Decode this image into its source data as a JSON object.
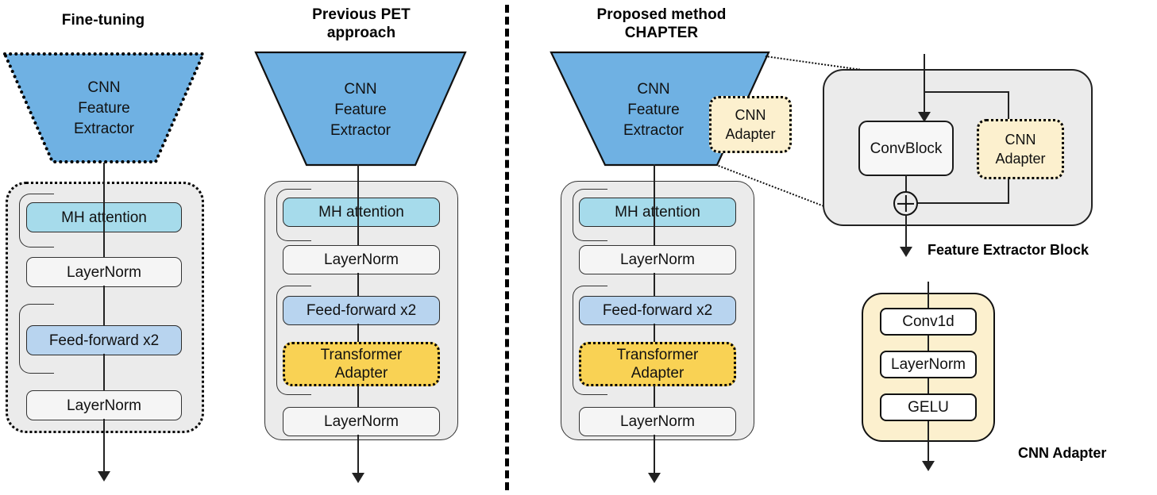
{
  "columns": [
    {
      "title": "Fine-tuning",
      "extractor": {
        "label": "CNN\nFeature\nExtractor",
        "style": "dotted",
        "color": "#6fb1e3"
      },
      "trainable_outline": "dotted",
      "blocks": [
        {
          "label": "MH attention",
          "kind": "attn"
        },
        {
          "label": "LayerNorm",
          "kind": "norm"
        },
        {
          "label": "Feed-forward x2",
          "kind": "ffwd"
        },
        {
          "label": "LayerNorm",
          "kind": "norm"
        }
      ],
      "has_adapter": false,
      "has_cnn_adapter": false
    },
    {
      "title": "Previous PET\napproach",
      "title_line1": "Previous PET",
      "title_line2": "approach",
      "extractor": {
        "label": "CNN\nFeature\nExtractor",
        "style": "solid",
        "color": "#6fb1e3"
      },
      "trainable_outline": "solid",
      "blocks": [
        {
          "label": "MH attention",
          "kind": "attn"
        },
        {
          "label": "LayerNorm",
          "kind": "norm"
        },
        {
          "label": "Feed-forward x2",
          "kind": "ffwd"
        },
        {
          "label": "Transformer\nAdapter",
          "kind": "adapter"
        },
        {
          "label": "LayerNorm",
          "kind": "norm"
        }
      ],
      "has_adapter": true,
      "has_cnn_adapter": false
    },
    {
      "title": "Proposed method\nCHAPTER",
      "title_line1": "Proposed method",
      "title_line2": "CHAPTER",
      "extractor": {
        "label": "CNN\nFeature\nExtractor",
        "style": "solid",
        "color": "#6fb1e3"
      },
      "trainable_outline": "solid",
      "cnn_adapter_label": "CNN\nAdapter",
      "blocks": [
        {
          "label": "MH attention",
          "kind": "attn"
        },
        {
          "label": "LayerNorm",
          "kind": "norm"
        },
        {
          "label": "Feed-forward x2",
          "kind": "ffwd"
        },
        {
          "label": "Transformer\nAdapter",
          "kind": "adapter"
        },
        {
          "label": "LayerNorm",
          "kind": "norm"
        }
      ],
      "has_adapter": true,
      "has_cnn_adapter": true
    }
  ],
  "feature_extractor_block": {
    "caption": "Feature Extractor Block",
    "conv_block_label": "ConvBlock",
    "cnn_adapter_label": "CNN\nAdapter",
    "operator": "plus-circle"
  },
  "cnn_adapter_panel": {
    "caption": "CNN Adapter",
    "layers": [
      "Conv1d",
      "LayerNorm",
      "GELU"
    ]
  },
  "colors": {
    "extractor_blue": "#6fb1e3",
    "attention_cyan": "#a6dbeb",
    "feedforward_blue": "#b8d4ef",
    "transformer_adapter_yellow": "#f9d254",
    "cnn_adapter_cream": "#fcf0ce",
    "container_grey": "#ebebeb",
    "box_grey": "#f5f5f5",
    "line_black": "#222222"
  }
}
